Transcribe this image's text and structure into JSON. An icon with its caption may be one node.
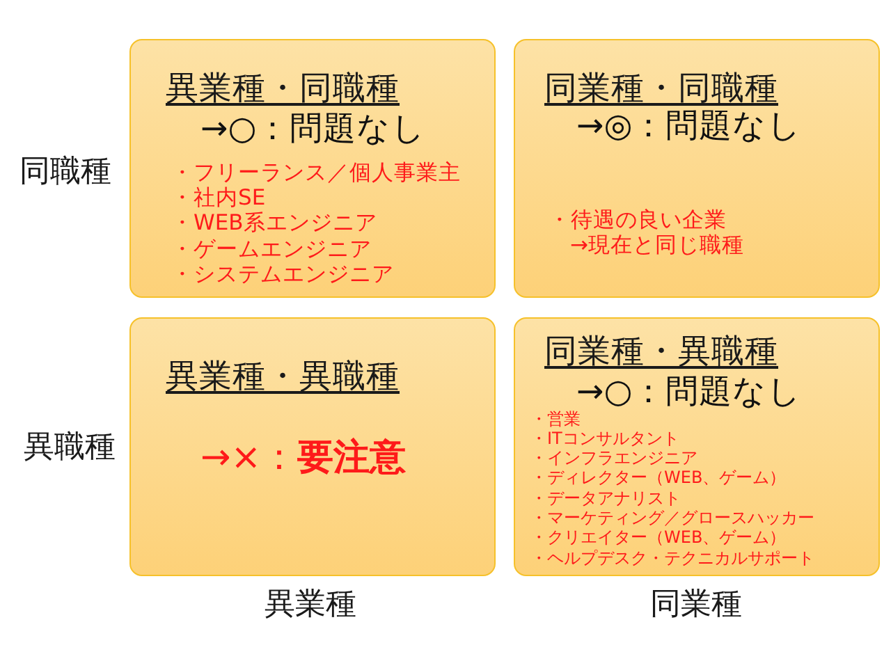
{
  "diagram": {
    "nodes": [
      {
        "text": [
          "異業種・同職種",
          "→○：問題なし",
          "・フリーランス／個人事業主",
          "・社内SE",
          "・WEB系エンジニア",
          "・ゲームエンジニア",
          "・システムエンジニア"
        ]
      },
      {
        "text": [
          "同業種・同職種",
          "→◎：問題なし",
          "・待遇の良い企業",
          "→現在と同じ職種"
        ]
      },
      {
        "text": [
          "異業種・異職種",
          "→×：**要注意**"
        ]
      },
      {
        "text": [
          "同業種・異職種",
          "→○：問題なし",
          "・営業",
          "・ITコンサルタント",
          "・インフラエンジニア",
          "・ディレクター（WEB、ゲーム）",
          "・データアナリスト",
          "・マーケティング／グロースハッカー",
          "・クリエイター（WEB、ゲーム）",
          "・ヘルプデスク・テクニカルサポート"
        ]
      }
    ],
    "labels": [
      "同職種",
      "異職種",
      "異業種",
      "同業種"
    ]
  }
}
